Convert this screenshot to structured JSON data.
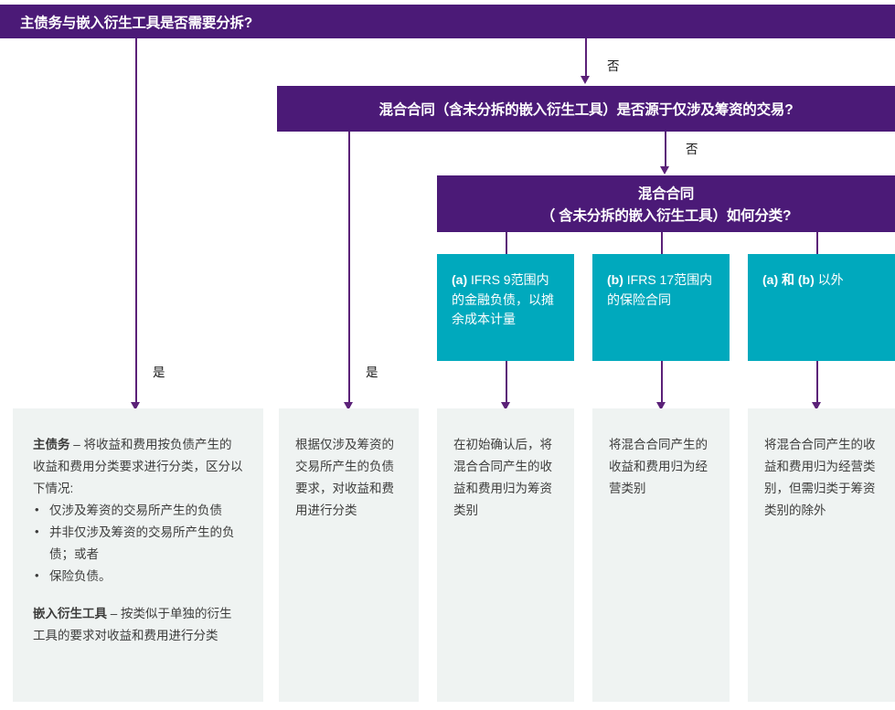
{
  "colors": {
    "purple": "#4B1A77",
    "teal": "#00A9BD",
    "grey": "#EFF3F2",
    "connector": "#5B2178",
    "text_dark": "#3C3C3B"
  },
  "decisions": [
    {
      "id": "q1",
      "text": "主债务与嵌入衍生工具是否需要分拆?"
    },
    {
      "id": "q2",
      "text": "混合合同（含未分拆的嵌入衍生工具）是否源于仅涉及筹资的交易?"
    },
    {
      "id": "q3",
      "line1": "混合合同",
      "line2": "（ 含未分拆的嵌入衍生工具）如何分类?"
    }
  ],
  "branch_labels": {
    "q1_no": "否",
    "q1_yes": "是",
    "q2_no": "否",
    "q2_yes": "是"
  },
  "options": [
    {
      "id": "opt-a",
      "tag": "(a)",
      "text": "IFRS 9范围内的金融负债，以摊余成本计量"
    },
    {
      "id": "opt-b",
      "tag": "(b)",
      "text": "IFRS 17范围内的保险合同"
    },
    {
      "id": "opt-c",
      "tag": "(a) 和 (b)",
      "text": "以外"
    }
  ],
  "outcomes": [
    {
      "id": "outcome-host",
      "intro_label": "主债务",
      "intro_dash": " – ",
      "intro_text": "将收益和费用按负债产生的收益和费用分类要求进行分类，区分以下情况:",
      "bullets": [
        "仅涉及筹资的交易所产生的负债",
        "并非仅涉及筹资的交易所产生的负债；或者",
        "保险负债。"
      ],
      "second_label": "嵌入衍生工具",
      "second_dash": " – ",
      "second_text": "按类似于单独的衍生工具的要求对收益和费用进行分类"
    },
    {
      "id": "outcome-financing",
      "text": "根据仅涉及筹资的交易所产生的负债要求，对收益和费用进行分类"
    },
    {
      "id": "outcome-initial-recognition",
      "text": "在初始确认后，将混合合同产生的收益和费用归为筹资类别"
    },
    {
      "id": "outcome-operating",
      "text": "将混合合同产生的收益和费用归为经营类别"
    },
    {
      "id": "outcome-operating-except",
      "text": "将混合合同产生的收益和费用归为经营类别，但需归类于筹资类别的除外"
    }
  ]
}
